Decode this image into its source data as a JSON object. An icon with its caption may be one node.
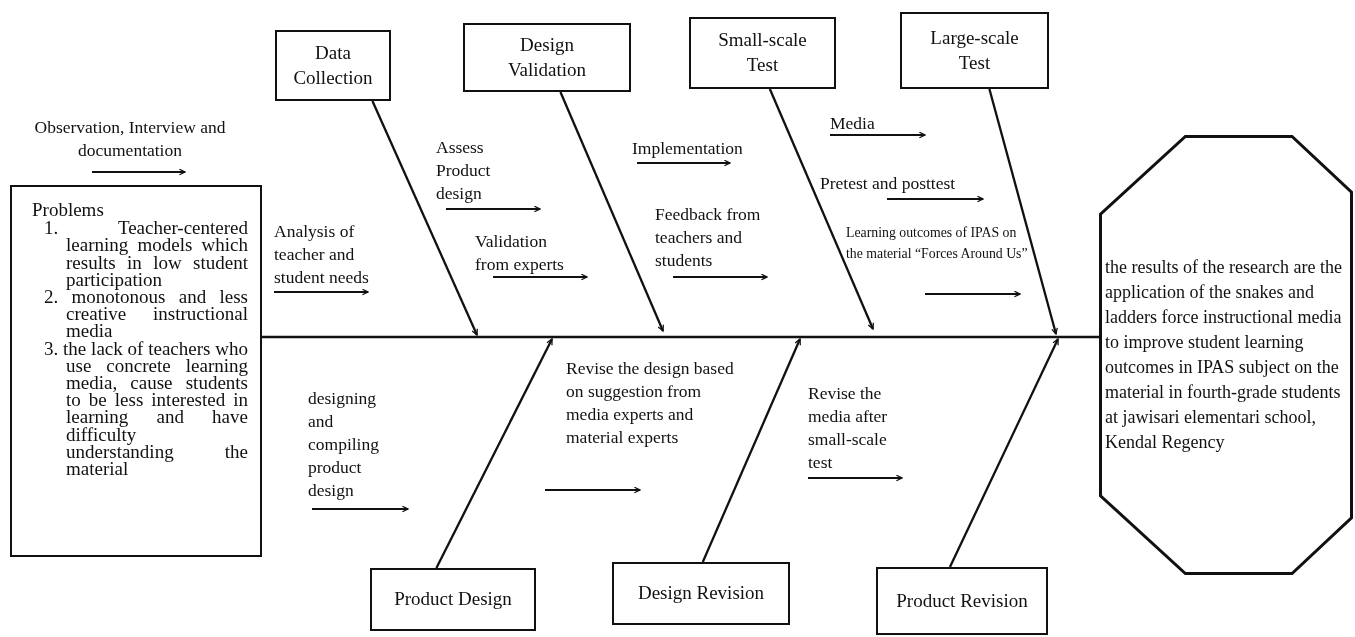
{
  "diagram": {
    "nodes": [
      {
        "text": [
          "Problems",
          "1. Teacher-centered learning models which results in low student participation",
          "2. monotonous and less creative instructional media",
          "3. the lack of teachers who use concrete learning media, cause students to be less interested in learning and have difficulty understanding the material"
        ]
      },
      {
        "text": [
          "Data Collection"
        ]
      },
      {
        "text": [
          "Design Validation"
        ]
      },
      {
        "text": [
          "Small-scale Test"
        ]
      },
      {
        "text": [
          "Large-scale Test"
        ]
      },
      {
        "text": [
          "Product Design"
        ]
      },
      {
        "text": [
          "Design Revision"
        ]
      },
      {
        "text": [
          "Product Revision"
        ]
      },
      {
        "text": [
          "the results of the research are the application of the snakes and ladders force instructional media to improve student learning outcomes in IPAS subject on the material in fourth-grade students at jawisari elementari school, Kendal Regency"
        ]
      }
    ],
    "edges": [
      {
        "from": 0,
        "to": 8,
        "arrow": "none"
      },
      {
        "from": 1,
        "to": null,
        "arrow": "to"
      },
      {
        "from": 2,
        "to": null,
        "arrow": "to"
      },
      {
        "from": 3,
        "to": null,
        "arrow": "to"
      },
      {
        "from": 4,
        "to": null,
        "arrow": "to"
      },
      {
        "from": 5,
        "to": null,
        "arrow": "to"
      },
      {
        "from": 6,
        "to": null,
        "arrow": "to"
      },
      {
        "from": 7,
        "to": null,
        "arrow": "to"
      }
    ],
    "labels": [
      "Observation, Interview and documentation",
      "Analysis of teacher and student needs",
      "Assess Product design",
      "Validation from experts",
      "Implementation",
      "Feedback from teachers and students",
      "Media",
      "Pretest and posttest",
      "Learning outcomes of IPAS on the material “Forces Around Us”",
      "designing and compiling product design",
      "Revise the design based on suggestion from media experts and material experts",
      "Revise the media after small-scale test"
    ]
  }
}
